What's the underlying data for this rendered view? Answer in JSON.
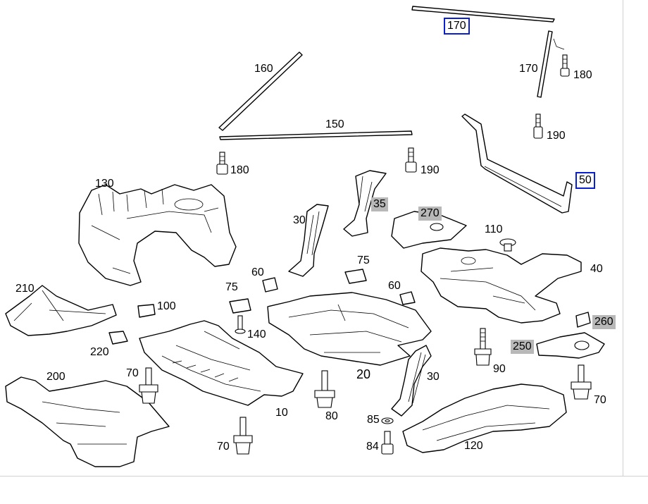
{
  "labels": {
    "l170_top": "170",
    "l170_side": "170",
    "l180_right": "180",
    "l190_right": "190",
    "l160": "160",
    "l150": "150",
    "l50": "50",
    "l180_left": "180",
    "l190_mid": "190",
    "l130": "130",
    "l35": "35",
    "l270": "270",
    "l30_top": "30",
    "l110": "110",
    "l40": "40",
    "l75_right": "75",
    "l60_left": "60",
    "l210": "210",
    "l75_left": "75",
    "l60_right": "60",
    "l100": "100",
    "l140": "140",
    "l260": "260",
    "l250": "250",
    "l220": "220",
    "l90": "90",
    "l20": "20",
    "l200": "200",
    "l70_left": "70",
    "l30_bottom": "30",
    "l80": "80",
    "l70_right": "70",
    "l10": "10",
    "l85": "85",
    "l120": "120",
    "l84": "84",
    "l70_bottom": "70"
  },
  "colors": {
    "highlight_border": "#0a1fd0",
    "highlight_fill": "#b8b8b8"
  }
}
